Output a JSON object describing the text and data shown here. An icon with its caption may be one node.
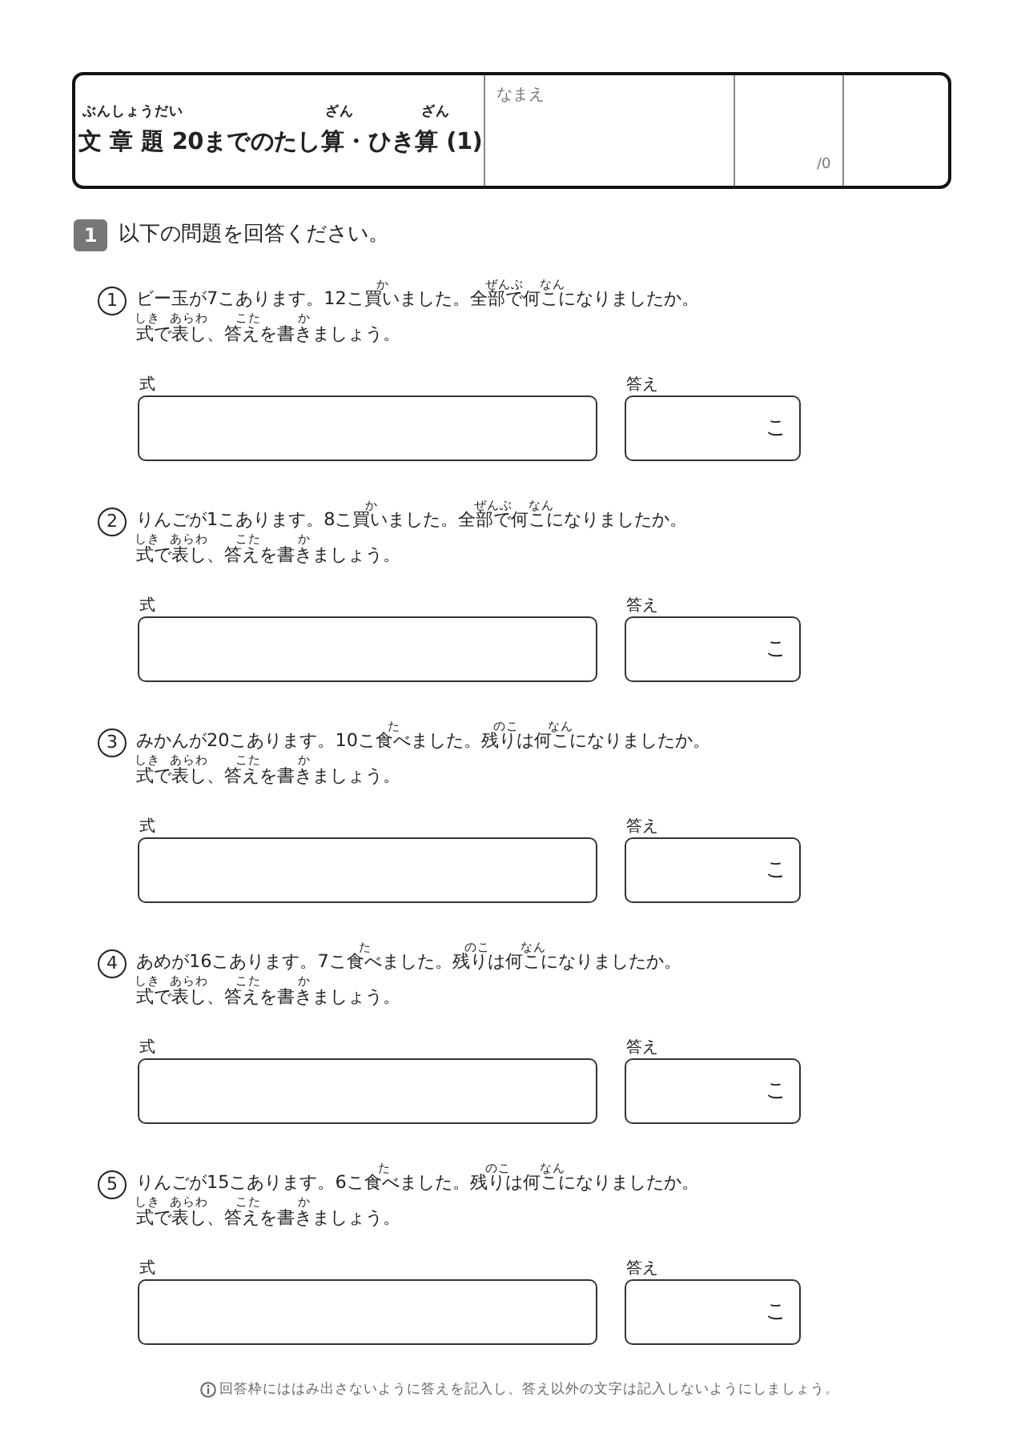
{
  "diagram": {
    "title": "文 章 題 20までのたし算・ひき算 (1)",
    "labels": [
      "ぶんしょうだい",
      "ざん",
      "ざん",
      "なまえ",
      "/0",
      "1",
      "以下の問題を回答ください。",
      "か",
      "ぜんぶ",
      "なん",
      "1",
      "ビー玉が7こあります。12こ買いました。全部で何こになりましたか。",
      "しき",
      "あらわ",
      "こた",
      "か",
      "式で表し、答えを書きましょう。",
      "式",
      "答え",
      "こ",
      "か",
      "ぜんぶ",
      "なん",
      "2",
      "りんごが1こあります。8こ買いました。全部で何こになりましたか。",
      "しき",
      "あらわ",
      "こた",
      "か",
      "式で表し、答えを書きましょう。",
      "式",
      "答え",
      "こ",
      "た",
      "のこ",
      "なん",
      "3",
      "みかんが20こあります。10こ食べました。残りは何こになりましたか。",
      "しき",
      "あらわ",
      "こた",
      "か",
      "式で表し、答えを書きましょう。",
      "式",
      "答え",
      "こ",
      "た",
      "のこ",
      "なん",
      "4",
      "あめが16こあります。7こ食べました。残りは何こになりましたか。",
      "しき",
      "あらわ",
      "こた",
      "か",
      "式で表し、答えを書きましょう。",
      "式",
      "答え",
      "こ",
      "た",
      "のこ",
      "なん",
      "5",
      "りんごが15こあります。6こ食べました。残りは何こになりましたか。",
      "しき",
      "あらわ",
      "こた",
      "か",
      "式で表し、答えを書きましょう。",
      "式",
      "答え",
      "こ",
      "回答枠にははみ出さないように答えを記入し、答え以外の文字は記入しないようにしましょう。"
    ]
  }
}
